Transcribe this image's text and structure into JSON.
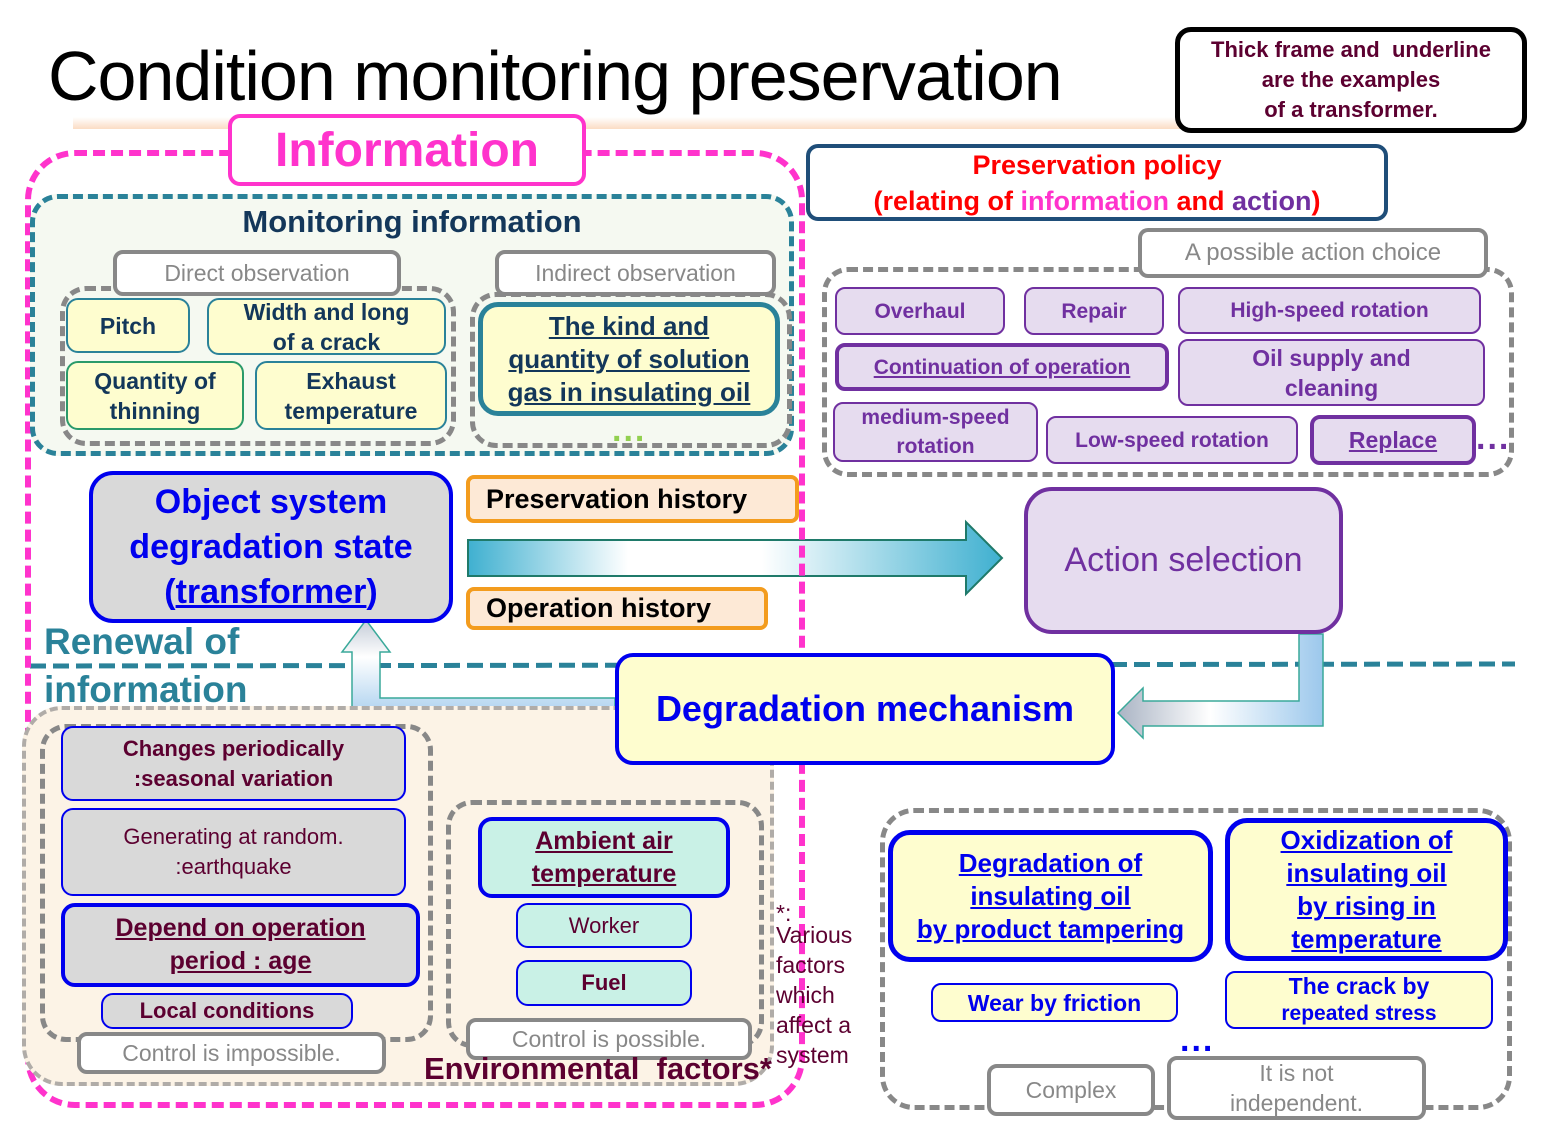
{
  "title": "Condition monitoring preservation",
  "legend_note": {
    "line1": "Thick frame and  underline",
    "line2": "are the examples",
    "line3": "of a transformer."
  },
  "information": {
    "label": "Information",
    "monitoring": {
      "title": "Monitoring information",
      "direct": {
        "label": "Direct observation",
        "items": [
          {
            "line1": "Pitch",
            "line2": ""
          },
          {
            "line1": "Width and long",
            "line2": "of a crack"
          },
          {
            "line1": "Quantity of",
            "line2": "thinning"
          },
          {
            "line1": "Exhaust",
            "line2": "temperature"
          }
        ]
      },
      "indirect": {
        "label": "Indirect observation",
        "item": {
          "line1": "The kind and",
          "line2": "quantity of solution",
          "line3": "gas in insulating oil"
        },
        "ellipsis": "..."
      }
    },
    "object_state": {
      "line1": "Object system",
      "line2": "degradation state",
      "paren_open": "(",
      "underlined": "transformer",
      "paren_close": ")"
    },
    "preservation_history": "Preservation history",
    "operation_history": "Operation history",
    "renewal": {
      "line1": "Renewal of",
      "line2": "information"
    }
  },
  "policy": {
    "line1": "Preservation policy",
    "line2_open": "(relating of ",
    "line2_info": "information",
    "line2_and": " and ",
    "line2_action": "action",
    "line2_close": ")",
    "colors": {
      "red": "#ff0000",
      "pink": "#ff33cc",
      "purple": "#7030a0"
    }
  },
  "actions": {
    "label": "A possible action choice",
    "items": [
      {
        "text": "Overhaul"
      },
      {
        "text": "Repair"
      },
      {
        "text": "High-speed rotation"
      },
      {
        "text": "Continuation of operation"
      },
      {
        "line1": "Oil supply and",
        "line2": "cleaning"
      },
      {
        "line1": "medium-speed",
        "line2": "rotation"
      },
      {
        "text": "Low-speed rotation"
      },
      {
        "text": "Replace"
      }
    ],
    "ellipsis": "..."
  },
  "action_selection": "Action selection",
  "degradation_mechanism": "Degradation mechanism",
  "environment": {
    "title": "Environmental  factors",
    "asterisk": "*",
    "uncontrollable": {
      "label": "Control is impossible.",
      "items": [
        {
          "line1": "Changes periodically",
          "line2": ":seasonal variation"
        },
        {
          "line1": "Generating at random.",
          "line2": ":earthquake"
        },
        {
          "line1": "Depend on operation",
          "line2": "period : age"
        },
        {
          "line1": "Local conditions",
          "line2": ""
        }
      ]
    },
    "controllable": {
      "label": "Control is possible.",
      "items": [
        {
          "line1": "Ambient air",
          "line2": "temperature"
        },
        {
          "line1": "Worker",
          "line2": ""
        },
        {
          "line1": "Fuel",
          "line2": ""
        }
      ]
    },
    "footnote": {
      "line1": "*:",
      "line2": "Various",
      "line3": "factors",
      "line4": "which",
      "line5": "affect a",
      "line6": "system"
    }
  },
  "mechanisms": {
    "items": [
      {
        "line1": "Degradation of",
        "line2": "insulating oil",
        "line3": "by product tampering"
      },
      {
        "line1": "Oxidization of",
        "line2": "insulating oil",
        "line3": "by rising in",
        "line4": "temperature"
      },
      {
        "line1": "Wear by friction"
      },
      {
        "line1": "The crack by",
        "line2": "repeated stress"
      }
    ],
    "ellipsis": "...",
    "complex_label": "Complex",
    "not_independent": {
      "line1": "It is not",
      "line2": "independent."
    }
  }
}
